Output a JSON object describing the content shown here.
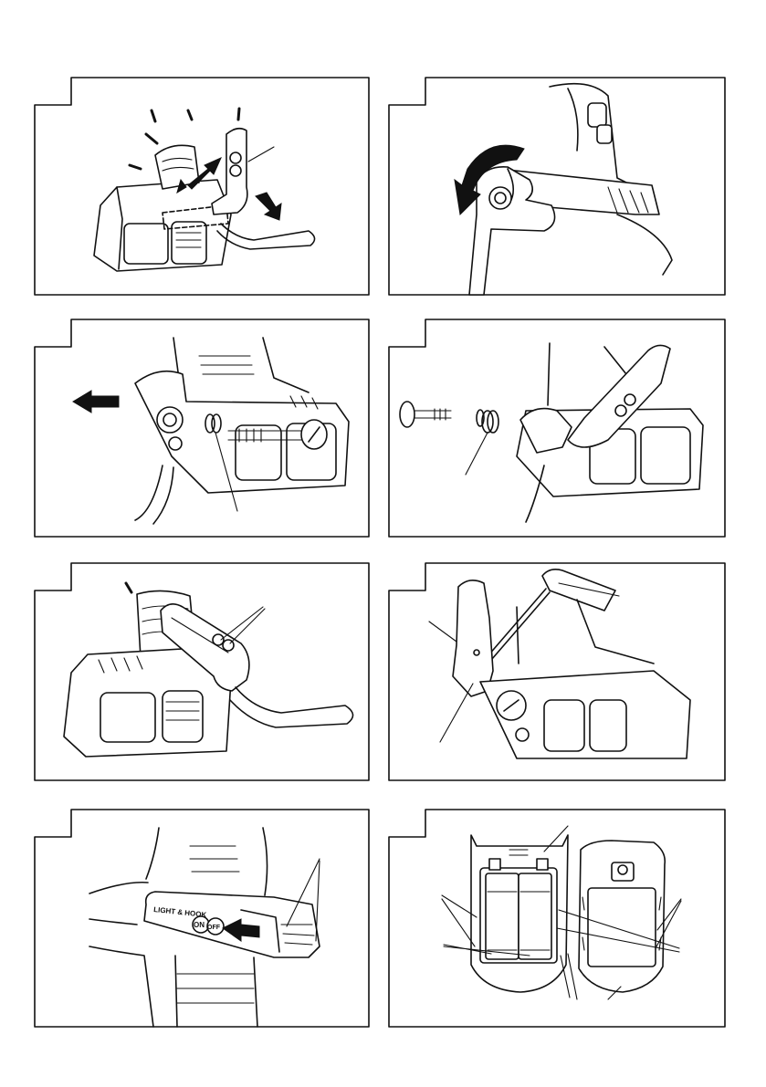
{
  "figures": [
    {
      "name": "fig-1-strap-hook"
    },
    {
      "name": "fig-2-hand-lever"
    },
    {
      "name": "fig-3-remove-pin"
    },
    {
      "name": "fig-4-pin-spring-parts"
    },
    {
      "name": "fig-5-hook-with-strap"
    },
    {
      "name": "fig-6-screwdriver"
    },
    {
      "name": "fig-7-light-hook-switch"
    },
    {
      "name": "fig-8-battery-compartment"
    }
  ],
  "switch_label": {
    "brand_text": "LIGHT & HOOK",
    "on_text": "ON",
    "off_text": "OFF"
  },
  "colors": {
    "line": "#111111",
    "background": "#ffffff"
  }
}
